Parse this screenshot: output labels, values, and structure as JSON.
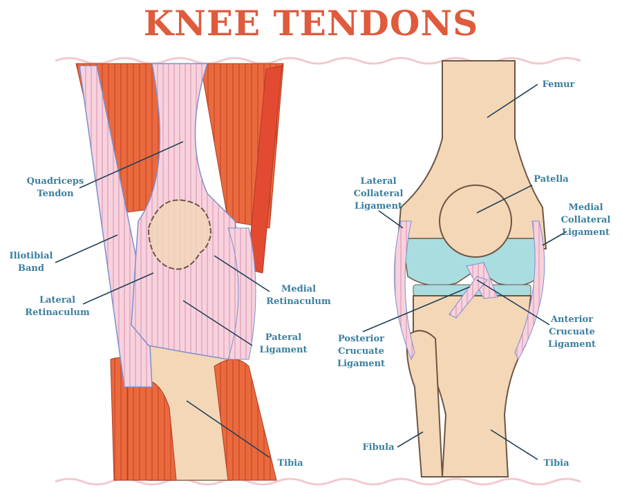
{
  "title": "KNEE TENDONS",
  "colors": {
    "title": "#e05a3c",
    "label": "#3a7f9e",
    "muscle": "#e8683f",
    "tendon": "#f6c9d6",
    "bone": "#f3d7b6",
    "cartilage": "#a9dde0",
    "outline": "#7a8fd0"
  },
  "left_labels": {
    "quadriceps_tendon": "Quadriceps\nTendon",
    "iliotibial_band": "Iliotibial\nBand",
    "lateral_retinaculum": "Lateral\nRetinaculum",
    "medial_retinaculum": "Medial\nRetinaculum",
    "pateral_ligament": "Pateral\nLigament",
    "tibia": "Tibia"
  },
  "right_labels": {
    "femur": "Femur",
    "patella": "Patella",
    "lateral_collateral_ligament": "Lateral\nCollateral\nLigament",
    "medial_collateral_ligament": "Medial\nCollateral\nLigament",
    "anterior_crucuate_ligament": "Anterior\nCrucuate\nLigament",
    "posterior_crucuate_ligament": "Posterior\nCrucuate\nLigament",
    "fibula": "Fibula",
    "tibia": "Tibia"
  }
}
